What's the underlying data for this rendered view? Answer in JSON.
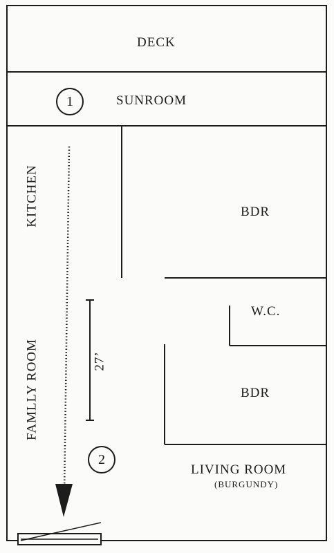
{
  "rooms": {
    "deck": "DECK",
    "sunroom": "SUNROOM",
    "kitchen": "KITCHEN",
    "family_room": "FAMLLY ROOM",
    "bedroom_upper": "BDR",
    "wc": "W.C.",
    "bedroom_lower": "BDR",
    "living_room": "LIVING ROOM",
    "living_room_note": "(BURGUNDY)"
  },
  "markers": {
    "one": "1",
    "two": "2"
  },
  "dimension": "27’"
}
